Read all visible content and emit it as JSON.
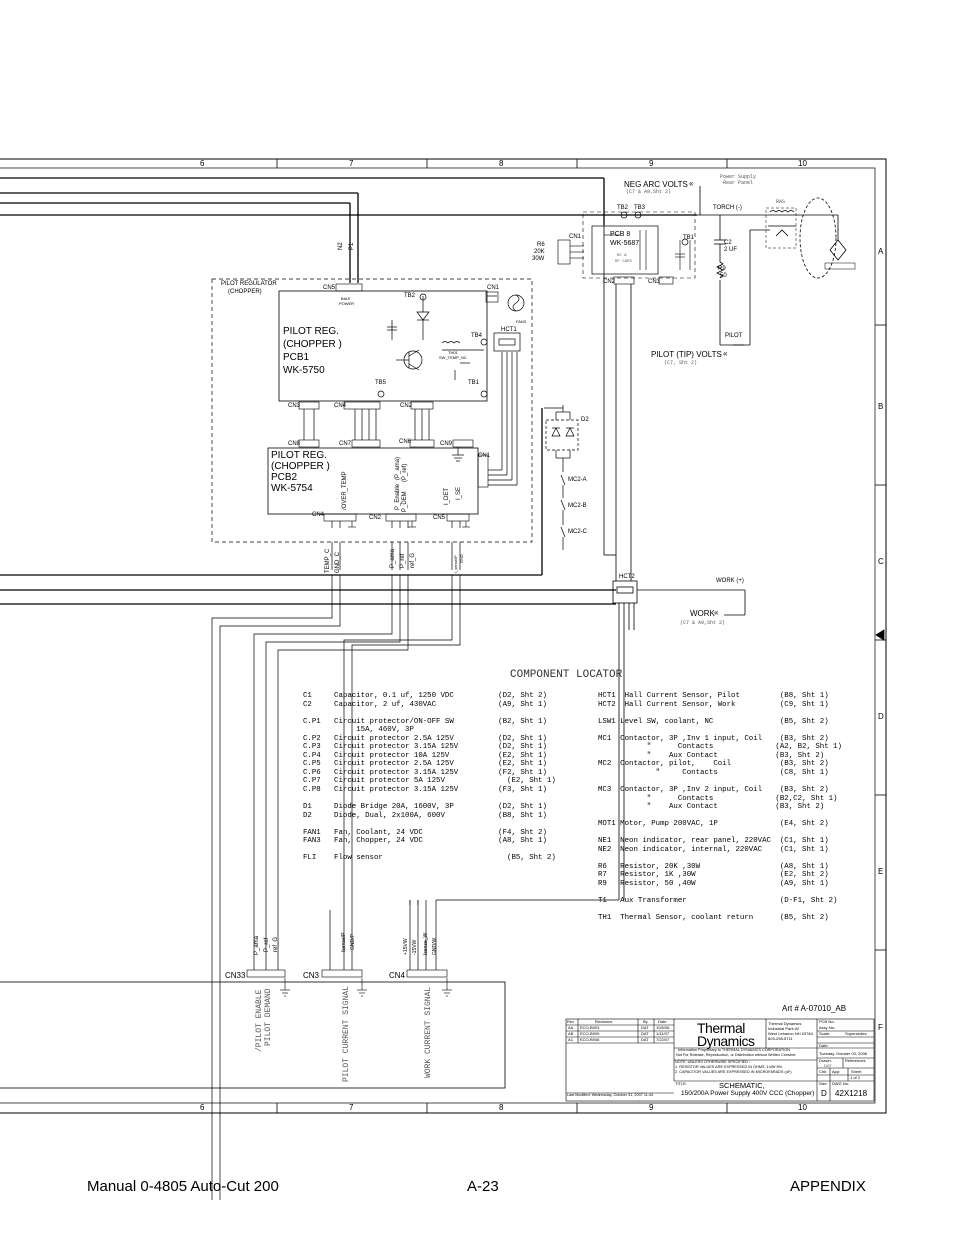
{
  "grid": {
    "cols": [
      "6",
      "7",
      "8",
      "9",
      "10"
    ],
    "rows": [
      "A",
      "B",
      "C",
      "D",
      "E",
      "F"
    ]
  },
  "top": {
    "neg_arc_volts": "NEG ARC VOLTS",
    "neg_arc_ref": "(C7 & A9,Sht 2)",
    "ps_rear_panel_1": "Power Supply",
    "ps_rear_panel_2": "Rear Panel",
    "torch": "TORCH (-)",
    "ras": "RAS",
    "tb2": "TB2",
    "tb3": "TB3",
    "cn1": "CN1",
    "pcb8_1": "PCB 8",
    "pcb8_2": "WK-5687",
    "rc_caps_1": "RC &",
    "rc_caps_2": "RF CAPS",
    "tb1": "TB1",
    "c2_1": "C2",
    "c2_2": "2 UF",
    "r6_1": "R6",
    "r6_2": "20K",
    "r6_3": "30W",
    "cn2": "CN2",
    "cn3": "CN3",
    "r9_1": "R9",
    "r9_2": "50",
    "pilot": "PILOT",
    "pilot_tip_volts": "PILOT (TIP) VOLTS",
    "pilot_tip_ref": "(C7, Sht 2)",
    "n2": "N2",
    "p1": "P1"
  },
  "pilot_regulator": {
    "title_1": "PILOT REGULATOR",
    "title_2": "(CHOPPER)",
    "cn5": "CN5",
    "bias_1": "BIAS",
    "bias_2": "POWER",
    "tb2": "TB2",
    "cn1": "CN1",
    "fan3": "FAN3",
    "pcb1_1": "PILOT REG.",
    "pcb1_2": "(CHOPPER )",
    "pcb1_3": "PCB1",
    "pcb1_4": "WK-5750",
    "tb4": "TB4",
    "hct1": "HCT1",
    "th01_1": "TH01",
    "th01_2": "SW_TEMP_NC",
    "tb5": "TB5",
    "tb1": "TB1",
    "cn3": "CN3",
    "cn4": "CN4",
    "cn2": "CN2",
    "cn8": "CN8",
    "cn7": "CN7",
    "cn6": "CN6",
    "cn9": "CN9",
    "pcb2_1": "PILOT REG.",
    "pcb2_2": "(CHOPPER )",
    "pcb2_3": "PCB2",
    "pcb2_4": "WK-5754",
    "cn1b": "CN1",
    "cn4b": "CN4",
    "cn2b": "CN2",
    "cn5b": "CN5",
    "over_temp": "/OVER_TEMP",
    "p_enable": "P_Enable",
    "p_dem": "P_DEM",
    "p_ref": "(P_ref)",
    "p_ama": "(P_ama)",
    "i_det": "I_DET",
    "i_se": "I_SE"
  },
  "right": {
    "d2": "D2",
    "mc2a": "MC2-A",
    "mc2b": "MC2-B",
    "mc2c": "MC2-C",
    "hct2": "HCT2",
    "work_plus": "WORK (+)",
    "work": "WORK",
    "work_ref": "(C7 & A9,Sht 2)"
  },
  "wires": {
    "temp_c": "TEMP_C",
    "gnd_c": "GND_C",
    "p_ama": "P_ama",
    "p_ref": "P_ref",
    "ref_g": "ref_G",
    "isense": "I_sense/P",
    "gnd": "GND",
    "p_ama2": "P_ama",
    "p_ref2": "P_ref",
    "ref_g2": "ref_G",
    "isense2": "Isense/P",
    "gndp": "GND/P",
    "p15": "+15VW",
    "m15": "-15VW",
    "isense_w": "Isense_W",
    "gnd_w": "GND/W"
  },
  "bottom": {
    "cn33": "CN33",
    "cn3": "CN3",
    "cn4": "CN4",
    "pilot_enable": "/PILOT ENABLE",
    "pilot_demand": "PILOT DEMAND",
    "pilot_current": "PILOT CURRENT SIGNAL",
    "work_current": "WORK CURRENT SIGNAL"
  },
  "locator": {
    "title": "COMPONENT LOCATOR",
    "left": "C1     Capacitor, 0.1 uf, 1250 VDC          (D2, Sht 2)\nC2     Capacitor, 2 uf, 430VAC              (A9, Sht 1)\n\nC.P1   Circuit protector/ON-OFF SW          (B2, Sht 1)\n            15A, 460V, 3P\nC.P2   Circuit protector 2.5A 125V          (D2, Sht 1)\nC.P3   Circuit protector 3.15A 125V         (D2, Sht 1)\nC.P4   Circuit protector 10A 125V           (E2, Sht 1)\nC.P5   Circuit protector 2.5A 125V          (E2, Sht 1)\nC.P6   Circuit protector 3.15A 125V         (F2, Sht 1)\nC.P7   Circuit protector 5A 125V              (E2, Sht 1)\nC.P8   Circuit protector 3.15A 125V         (F3, Sht 1)\n\nD1     Diode Bridge 20A, 1600V, 3P          (D2, Sht 1)\nD2     Diode, Dual, 2x100A, 600V            (B8, Sht 1)\n\nFAN1   Fan, Coolant, 24 VDC                 (F4, Sht 2)\nFAN3   Fan, Chopper, 24 VDC                 (A8, Sht 1)\n\nFLI    Flow sensor                            (B5, Sht 2)",
    "right": "HCT1  Hall Current Sensor, Pilot         (B8, Sht 1)\nHCT2  Hall Current Sensor, Work          (C9, Sht 1)\n\nLSW1 Level SW, coolant, NC               (B5, Sht 2)\n\nMC1  Contactor, 3P ,Inv 1 input, Coil    (B3, Sht 2)\n           \"      Contacts              (A2, B2, Sht 1)\n           \"    Aux Contact             (B3, Sht 2)\nMC2  Contactor, pilot,    Coil           (B3, Sht 2)\n             \"     Contacts              (C8, Sht 1)\n\nMC3  Contactor, 3P ,Inv 2 input, Coil    (B3, Sht 2)\n           \"      Contacts              (B2,C2, Sht 1)\n           \"    Aux Contact             (B3, Sht 2)\n\nMOT1 Motor, Pump 200VAC, 1P              (E4, Sht 2)\n\nNE1  Neon indicator, rear panel, 220VAC  (C1, Sht 1)\nNE2  Neon indicator, internal, 220VAC    (C1, Sht 1)\n\nR6   Resistor, 20K ,30W                  (A8, Sht 1)\nR7   Resistor, 1K ,30W                   (E2, Sht 2)\nR9   Resistor, 50 ,40W                   (A9, Sht 1)\n\nT1   Aux Transformer                     (D-F1, Sht 2)\n\nTH1  Thermal Sensor, coolant return      (B5, Sht 2)"
  },
  "title_block": {
    "art": "Art # A-07010_AB",
    "rev": "Rev",
    "revisions": "Revisions",
    "by": "By",
    "date": "Date",
    "rows": [
      [
        "AA",
        "ECO-B903",
        "DAT",
        "10/5/06"
      ],
      [
        "AB",
        "ECO-B909",
        "DAT",
        "1/11/07"
      ],
      [
        "AC",
        "ECO-B946",
        "DAT",
        "7/22/07"
      ]
    ],
    "company_1": "Thermal",
    "company_2": "Dynamics",
    "addr_1": "Thermal Dynamics",
    "addr_2": "Industrial Park #2",
    "addr_3": "West Lebanon NH 03784",
    "addr_4": "603-298-5711",
    "proprietary_1": "Information Proprietary to THERMAL DYNAMICS CORPORATION",
    "proprietary_2": "Not For Release, Reproduction, or Distribution without Written Consent.",
    "notes_1": "NOTE: UNLESS OTHERWISE SPECIFIED -",
    "notes_2": "1. RESISTOR VALUES ARE EXPRESSED IN OHMS, 1/4W 5%.",
    "notes_3": "2. CAPACITOR VALUES ARE EXPRESSED IN MICROFARADS (uF).",
    "pcb_no": "PCB No:",
    "assy_no": "Assy No:",
    "scale": "Scale:",
    "supersedes": "Supersedes:",
    "date_label": "Date:",
    "date_value": "Tuesday, October 03, 2006",
    "drawn": "Drawn:",
    "drawn_by": "DAT",
    "references": "References",
    "chk": "Chk:",
    "app": "App:",
    "sheet": "Sheet",
    "sheet_val": "1   of   2",
    "title_label": "TITLE:",
    "title_1": "SCHEMATIC,",
    "title_2": "150/200A Power Supply 400V CCC (Chopper)",
    "size": "Size",
    "size_val": "D",
    "dwg_no": "DWG No:",
    "dwg_val": "42X1218",
    "last_modified": "Last Modified: Wednesday, October 31, 2007 11:44"
  },
  "footer": {
    "manual": "Manual   0-4805 Auto-Cut 200",
    "page": "A-23",
    "section": "APPENDIX"
  }
}
